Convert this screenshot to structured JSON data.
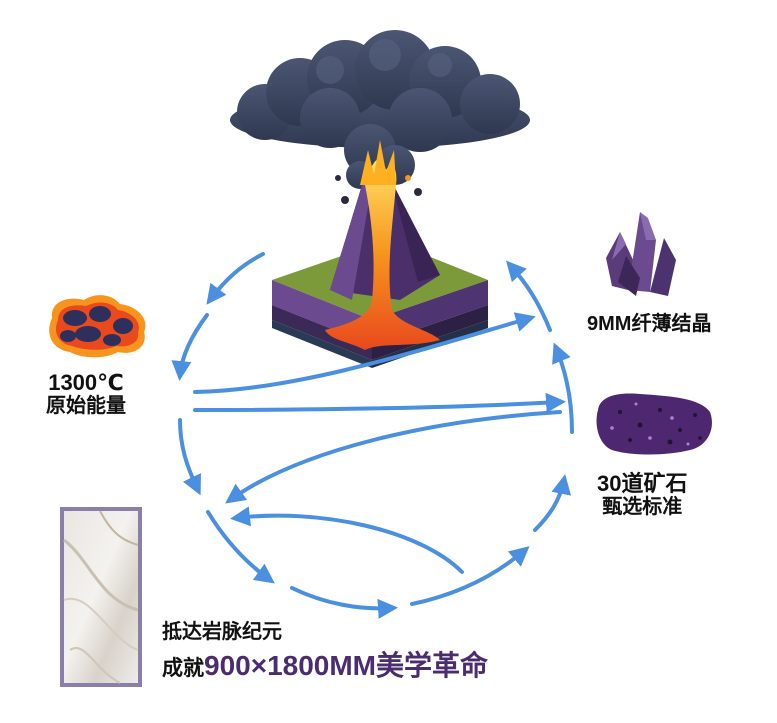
{
  "labels": {
    "temperature": "1300℃",
    "primordial_energy": "原始能量",
    "crystal": "9MM纤薄结晶",
    "ore_count": "30道矿石",
    "ore_selection": "甄选标准",
    "vein_era": "抵达岩脉纪元",
    "achieve_prefix": "成就",
    "achieve_size": "900×1800MM美学革命"
  },
  "icons": [
    "volcano-icon",
    "lava-rock-icon",
    "amethyst-crystal-icon",
    "purple-ore-icon",
    "marble-slab-icon"
  ],
  "colors": {
    "arrow": "#4a8fe0",
    "smoke": "#3b4660",
    "lava": "#f7941d",
    "volcano_purple": "#5a3c7a",
    "ground_green": "#7c9a3a",
    "crystal_purple": "#6b4a8f",
    "ore_purple": "#4d2870",
    "accent_text": "#4b2d6f"
  }
}
